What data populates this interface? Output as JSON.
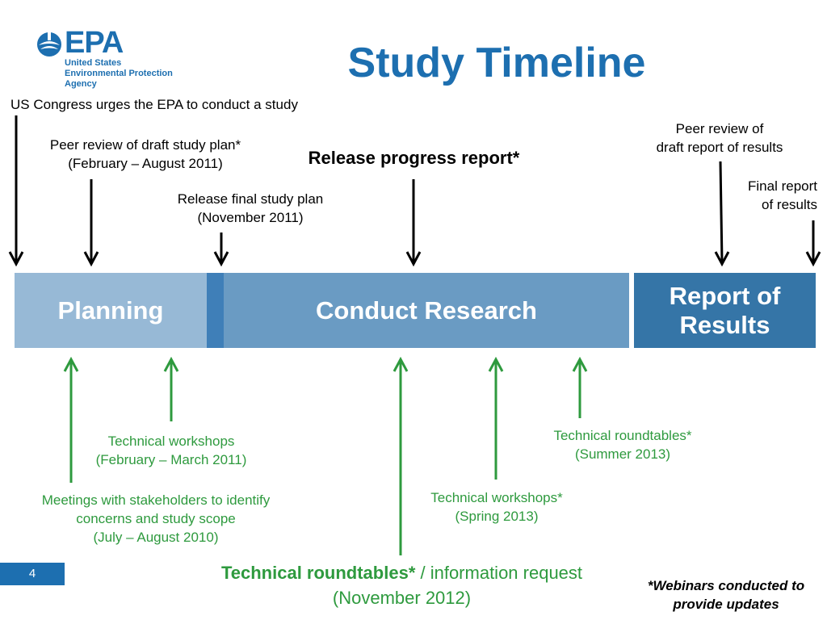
{
  "logo": {
    "wordmark": "EPA",
    "lines": [
      "United States",
      "Environmental Protection",
      "Agency"
    ]
  },
  "title": "Study Timeline",
  "colors": {
    "brand_blue": "#1d6fb0",
    "planning": "#97b9d6",
    "research": "#6a9bc3",
    "divider": "#3f7fb8",
    "report": "#3575a7",
    "green": "#2e9a3e"
  },
  "phases": {
    "planning": "Planning",
    "research": "Conduct Research",
    "report": "Report of Results"
  },
  "top_events": {
    "congress": "US Congress urges the EPA to conduct a study",
    "peer_review_plan": [
      "Peer review of draft study plan*",
      "(February – August 2011)"
    ],
    "progress_report": "Release progress report*",
    "final_plan": [
      "Release final study plan",
      "(November 2011)"
    ],
    "peer_review_results": [
      "Peer review of",
      "draft report of results"
    ],
    "final_report": [
      "Final report",
      "of results"
    ]
  },
  "bottom_events": {
    "workshops_2011": [
      "Technical workshops",
      "(February – March 2011)"
    ],
    "meetings": [
      "Meetings with stakeholders to identify",
      "concerns and study scope",
      "(July – August 2010)"
    ],
    "roundtables_2012_bold": "Technical roundtables*",
    "roundtables_2012_rest": " / information request",
    "roundtables_2012_date": "(November 2012)",
    "workshops_2013": [
      "Technical workshops*",
      "(Spring 2013)"
    ],
    "roundtables_2013": [
      "Technical roundtables*",
      "(Summer 2013)"
    ]
  },
  "footnote": [
    "*Webinars conducted to",
    "provide updates"
  ],
  "page_number": "4"
}
